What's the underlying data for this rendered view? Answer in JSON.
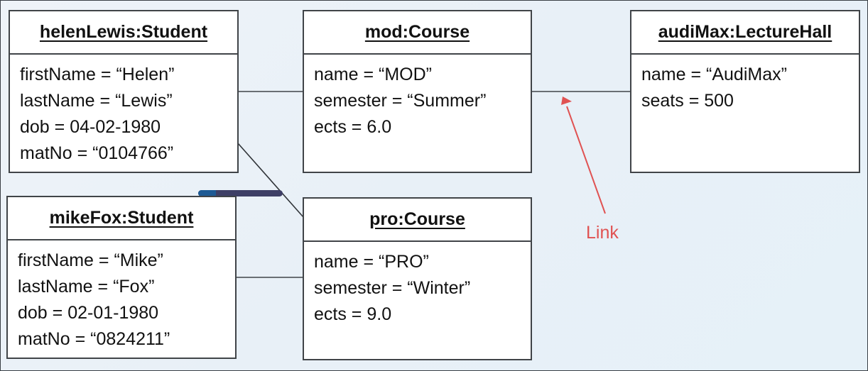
{
  "diagram": {
    "type": "UML object diagram",
    "objects": [
      {
        "id": "helenLewis",
        "title": "helenLewis:Student",
        "attributes": [
          "firstName = “Helen”",
          "lastName = “Lewis”",
          "dob = 04-02-1980",
          "matNo = “0104766”"
        ]
      },
      {
        "id": "mod",
        "title": "mod:Course",
        "attributes": [
          "name = “MOD”",
          "semester = “Summer”",
          "ects = 6.0"
        ]
      },
      {
        "id": "audiMax",
        "title": "audiMax:LectureHall",
        "attributes": [
          "name = “AudiMax”",
          "seats = 500"
        ]
      },
      {
        "id": "mikeFox",
        "title": "mikeFox:Student",
        "attributes": [
          "firstName = “Mike”",
          "lastName = “Fox”",
          "dob = 02-01-1980",
          "matNo = “0824211”"
        ]
      },
      {
        "id": "pro",
        "title": "pro:Course",
        "attributes": [
          "name = “PRO”",
          "semester = “Winter”",
          "ects = 9.0"
        ]
      }
    ],
    "links": [
      {
        "from": "helenLewis",
        "to": "mod"
      },
      {
        "from": "helenLewis",
        "to": "pro"
      },
      {
        "from": "mikeFox",
        "to": "pro"
      },
      {
        "from": "mod",
        "to": "audiMax"
      }
    ],
    "annotation": {
      "label": "Link",
      "color": "#e05252",
      "points_to": "mod-audiMax link"
    }
  },
  "colors": {
    "border": "#404448",
    "annotation": "#e05252",
    "scrollbar": "#3e3f66",
    "scrollbar_accent": "#1e5a94"
  }
}
